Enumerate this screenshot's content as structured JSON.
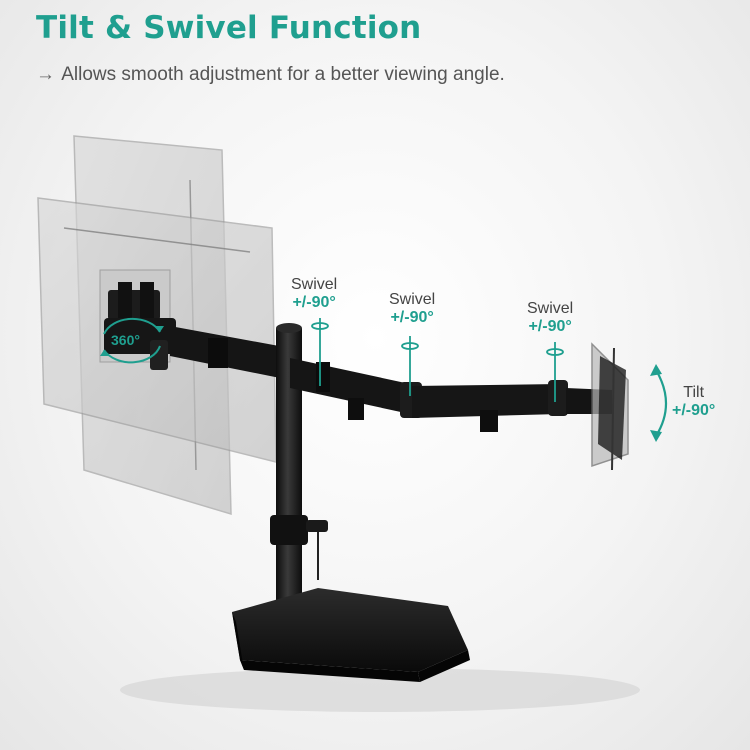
{
  "header": {
    "title": "Tilt & Swivel Function",
    "subtitle_arrow": "→",
    "subtitle": "Allows smooth adjustment for a better viewing angle."
  },
  "labels": {
    "swivel_1": {
      "name": "Swivel",
      "value": "+/-90°"
    },
    "swivel_2": {
      "name": "Swivel",
      "value": "+/-90°"
    },
    "swivel_3": {
      "name": "Swivel",
      "value": "+/-90°"
    },
    "tilt": {
      "name": "Tilt",
      "value": "+/-90°"
    },
    "rotation": "360°"
  },
  "colors": {
    "accent": "#1f9f8f",
    "text_gray": "#555555",
    "metal": "#1a1a1a"
  }
}
